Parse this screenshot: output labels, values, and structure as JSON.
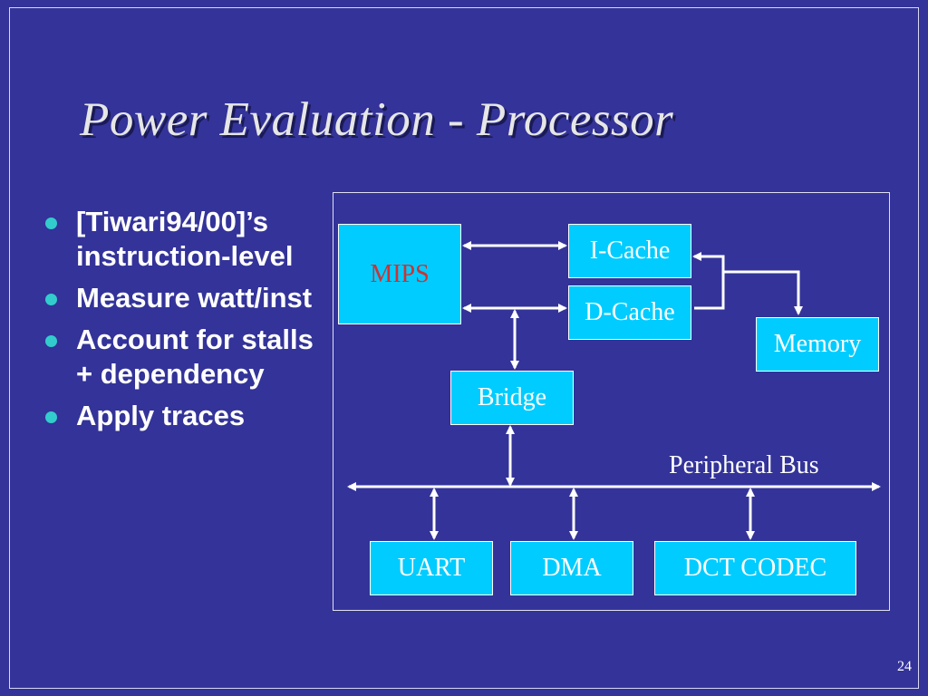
{
  "slide": {
    "title": "Power Evaluation - Processor",
    "page_number": "24",
    "bullets": [
      "[Tiwari94/00]’s instruction-level",
      "Measure watt/inst",
      "Account for stalls + dependency",
      "Apply traces"
    ]
  },
  "diagram": {
    "blocks": {
      "mips": "MIPS",
      "icache": "I-Cache",
      "dcache": "D-Cache",
      "memory": "Memory",
      "bridge": "Bridge",
      "uart": "UART",
      "dma": "DMA",
      "dct_codec": "DCT CODEC"
    },
    "bus_label": "Peripheral Bus"
  },
  "colors": {
    "background": "#333399",
    "block_fill": "#00ccff",
    "mips_text": "#cc3333",
    "bullet_dot": "#33cccc"
  }
}
